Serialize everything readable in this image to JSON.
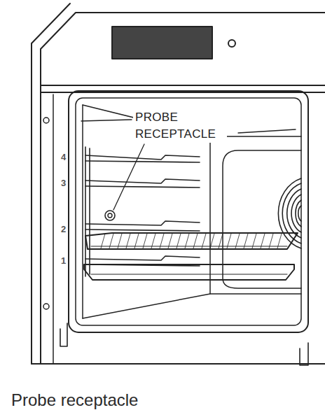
{
  "diagram": {
    "caption": "Probe receptacle",
    "labels": [
      "PROBE RECEPTACLE",
      "4",
      "3",
      "2",
      "1"
    ]
  }
}
